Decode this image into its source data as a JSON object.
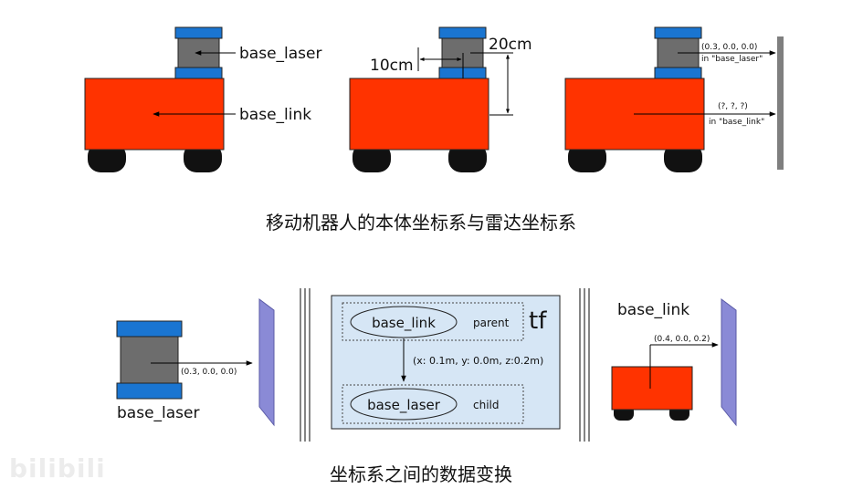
{
  "top_row": {
    "label_base_laser": "base_laser",
    "label_base_link": "base_link",
    "label_10cm": "10cm",
    "label_20cm": "20cm",
    "laser_coords": "(0.3, 0.0, 0.0)",
    "laser_frame": "in \"base_laser\"",
    "link_coords": "(?, ?, ?)",
    "link_frame": "in \"base_link\""
  },
  "caption_top": "移动机器人的本体坐标系与雷达坐标系",
  "bottom_row": {
    "left_label": "base_laser",
    "left_coords": "(0.3, 0.0, 0.0)",
    "tf_title": "tf",
    "parent_node": "base_link",
    "parent_label": "parent",
    "child_node": "base_laser",
    "child_label": "child",
    "transform": "(x: 0.1m, y: 0.0m, z:0.2m)",
    "right_label": "base_link",
    "right_coords": "(0.4, 0.0, 0.2)"
  },
  "caption_bottom": "坐标系之间的数据变换",
  "watermark": "bilibili",
  "colors": {
    "robot_body": "#ff3300",
    "laser_cap": "#1a75d1",
    "laser_body": "#6d6d6d",
    "wheel": "#111111",
    "wall": "#7f7f7f",
    "panel": "#7f7fcc",
    "tf_panel": "#d6e6f5"
  }
}
